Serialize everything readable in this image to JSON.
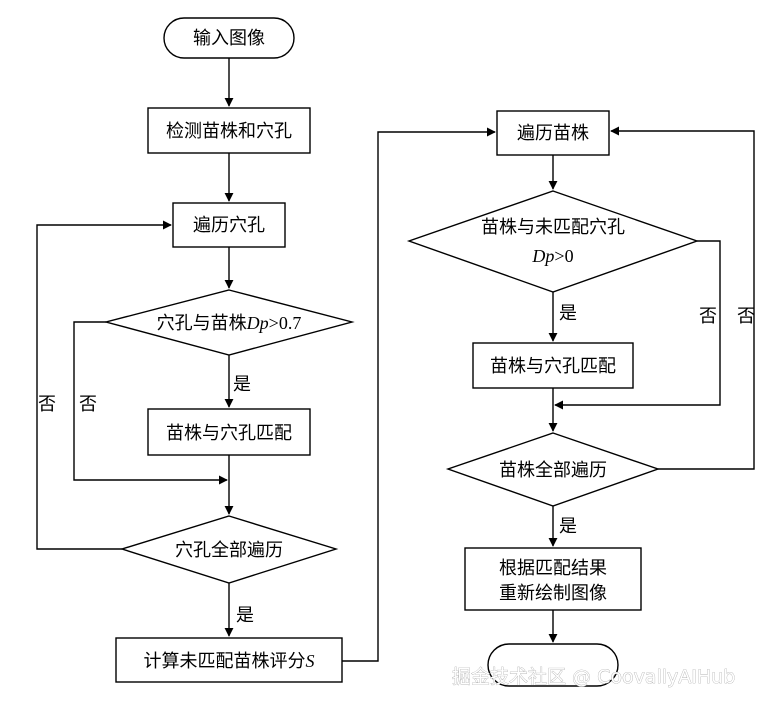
{
  "left_flow": {
    "start": "输入图像",
    "detect": "检测苗株和穴孔",
    "loop": "遍历穴孔",
    "cond_prefix": "穴孔与苗株",
    "cond_var": "Dp",
    "cond_suffix": ">0.7",
    "yes1": "是",
    "no1": "否",
    "match": "苗株与穴孔匹配",
    "all_done": "穴孔全部遍历",
    "no2": "否",
    "yes2": "是",
    "compute_prefix": "计算未匹配苗株评分",
    "compute_var": "S"
  },
  "right_flow": {
    "loop": "遍历苗株",
    "cond_line1": "苗株与未匹配穴孔",
    "cond_var": "Dp",
    "cond_suffix": ">0",
    "yes1": "是",
    "no1": "否",
    "no2": "否",
    "match": "苗株与穴孔匹配",
    "all_done": "苗株全部遍历",
    "yes2": "是",
    "redraw_line1": "根据匹配结果",
    "redraw_line2": "重新绘制图像"
  },
  "watermark": "掘金技术社区 @ CoovallyAIHub"
}
